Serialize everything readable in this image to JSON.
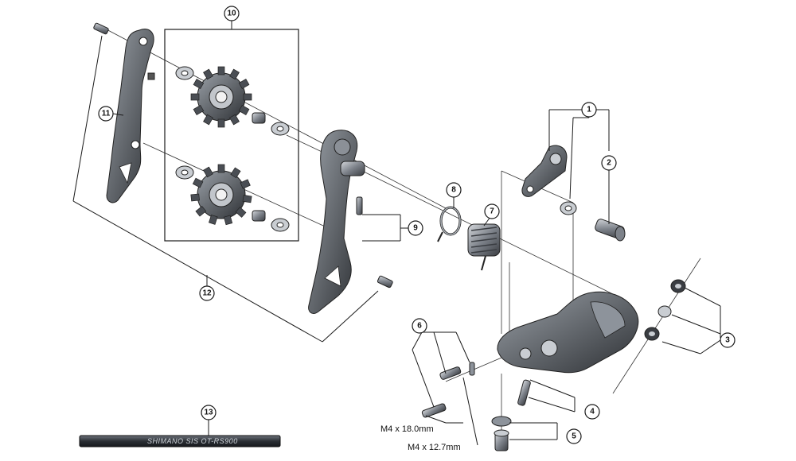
{
  "callouts": {
    "c1": "1",
    "c2": "2",
    "c3": "3",
    "c4": "4",
    "c5": "5",
    "c6": "6",
    "c7": "7",
    "c8": "8",
    "c9": "9",
    "c10": "10",
    "c11": "11",
    "c12": "12",
    "c13": "13"
  },
  "dimensions": {
    "bolt_long": "M4 x 18.0mm",
    "bolt_short": "M4 x 12.7mm"
  },
  "cable": {
    "brand_text": "SHIMANO SIS  OT-RS900"
  },
  "colors": {
    "line": "#1a1a1a",
    "metal_dark": "#3a3d42",
    "metal_mid": "#6b7078",
    "metal_light": "#b9bec4"
  }
}
